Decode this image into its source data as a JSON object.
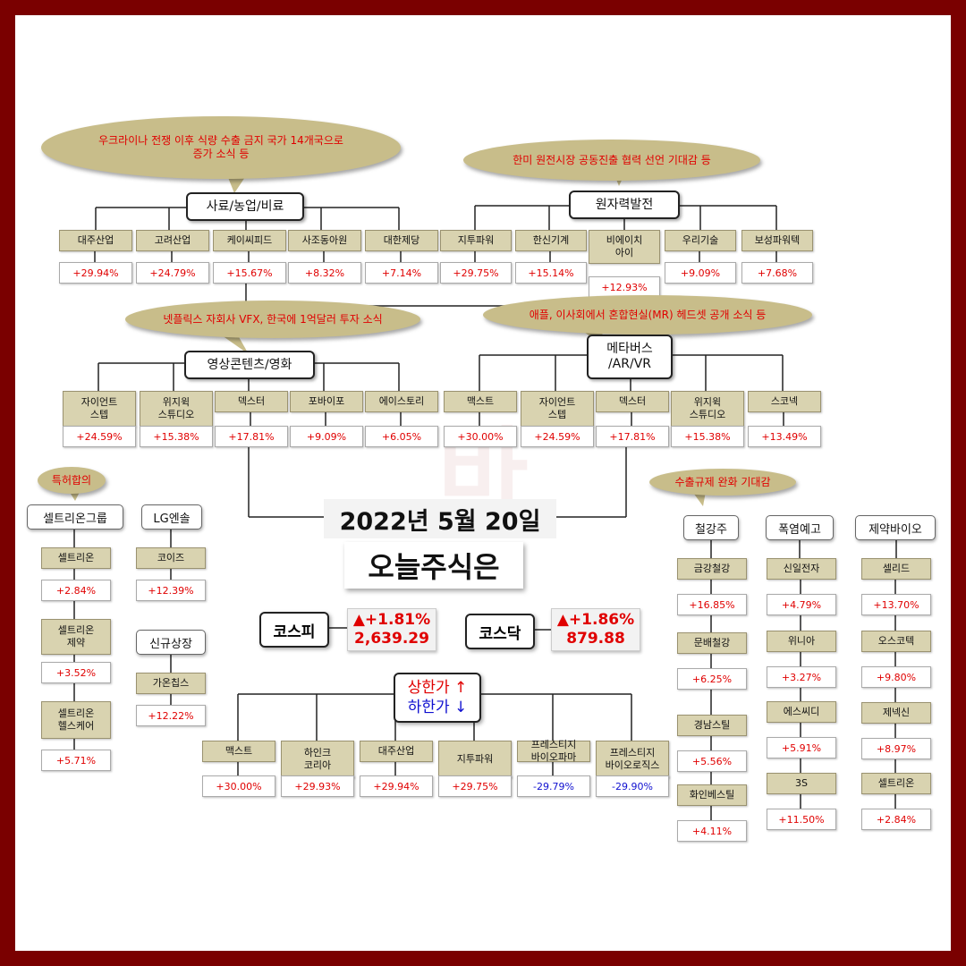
{
  "watermark": "바",
  "date": "2022년 5월 20일",
  "title": "오늘주식은",
  "indices": {
    "kospi": {
      "name": "코스피",
      "change": "▲+1.81%",
      "value": "2,639.29"
    },
    "kosdaq": {
      "name": "코스닥",
      "change": "▲+1.86%",
      "value": "879.88"
    }
  },
  "limit": {
    "up": "상한가 ↑",
    "down": "하한가 ↓"
  },
  "groups": {
    "feed": {
      "bubble": "우크라이나 전쟁 이후 식량 수출 금지 국가 14개국으로\n증가 소식 등",
      "label": "사료/농업/비료",
      "stocks": [
        {
          "name": "대주산업",
          "pct": "+29.94%"
        },
        {
          "name": "고려산업",
          "pct": "+24.79%"
        },
        {
          "name": "케이씨피드",
          "pct": "+15.67%"
        },
        {
          "name": "사조동아원",
          "pct": "+8.32%"
        },
        {
          "name": "대한제당",
          "pct": "+7.14%"
        }
      ]
    },
    "nuclear": {
      "bubble": "한미 원전시장 공동진출 협력 선언 기대감 등",
      "label": "원자력발전",
      "stocks": [
        {
          "name": "지투파워",
          "pct": "+29.75%"
        },
        {
          "name": "한신기계",
          "pct": "+15.14%"
        },
        {
          "name": "비에이치\n아이",
          "pct": "+12.93%"
        },
        {
          "name": "우리기술",
          "pct": "+9.09%"
        },
        {
          "name": "보성파워텍",
          "pct": "+7.68%"
        }
      ]
    },
    "content": {
      "bubble": "넷플릭스 자회사 VFX, 한국에 1억달러 투자 소식",
      "label": "영상콘텐츠/영화",
      "stocks": [
        {
          "name": "자이언트\n스텝",
          "pct": "+24.59%"
        },
        {
          "name": "위지윅\n스튜디오",
          "pct": "+15.38%"
        },
        {
          "name": "덱스터",
          "pct": "+17.81%"
        },
        {
          "name": "포바이포",
          "pct": "+9.09%"
        },
        {
          "name": "에이스토리",
          "pct": "+6.05%"
        }
      ]
    },
    "meta": {
      "bubble": "애플, 이사회에서 혼합현실(MR) 헤드셋 공개 소식 등",
      "label": "메타버스\n/AR/VR",
      "stocks": [
        {
          "name": "맥스트",
          "pct": "+30.00%"
        },
        {
          "name": "자이언트\n스텝",
          "pct": "+24.59%"
        },
        {
          "name": "덱스터",
          "pct": "+17.81%"
        },
        {
          "name": "위지윅\n스튜디오",
          "pct": "+15.38%"
        },
        {
          "name": "스코넥",
          "pct": "+13.49%"
        }
      ]
    },
    "celltrion": {
      "bubble": "특허합의",
      "label": "셀트리온그룹",
      "stocks": [
        {
          "name": "셀트리온",
          "pct": "+2.84%"
        },
        {
          "name": "셀트리온\n제약",
          "pct": "+3.52%"
        },
        {
          "name": "셀트리온\n헬스케어",
          "pct": "+5.71%"
        }
      ]
    },
    "lgensol": {
      "label": "LG엔솔",
      "stocks": [
        {
          "name": "코이즈",
          "pct": "+12.39%"
        }
      ]
    },
    "ipo": {
      "label": "신규상장",
      "stocks": [
        {
          "name": "가온칩스",
          "pct": "+12.22%"
        }
      ]
    },
    "steel": {
      "bubble": "수출규제 완화 기대감",
      "label": "철강주",
      "stocks": [
        {
          "name": "금강철강",
          "pct": "+16.85%"
        },
        {
          "name": "문배철강",
          "pct": "+6.25%"
        },
        {
          "name": "경남스틸",
          "pct": "+5.56%"
        },
        {
          "name": "화인베스틸",
          "pct": "+4.11%"
        }
      ]
    },
    "heat": {
      "label": "폭염예고",
      "stocks": [
        {
          "name": "신일전자",
          "pct": "+4.79%"
        },
        {
          "name": "위니아",
          "pct": "+3.27%"
        },
        {
          "name": "에스씨디",
          "pct": "+5.91%"
        },
        {
          "name": "3S",
          "pct": "+11.50%"
        }
      ]
    },
    "bio": {
      "label": "제약바이오",
      "stocks": [
        {
          "name": "셀리드",
          "pct": "+13.70%"
        },
        {
          "name": "오스코텍",
          "pct": "+9.80%"
        },
        {
          "name": "제넥신",
          "pct": "+8.97%"
        },
        {
          "name": "셀트리온",
          "pct": "+2.84%"
        }
      ]
    },
    "limits": {
      "stocks": [
        {
          "name": "맥스트",
          "pct": "+30.00%"
        },
        {
          "name": "하인크\n코리아",
          "pct": "+29.93%"
        },
        {
          "name": "대주산업",
          "pct": "+29.94%"
        },
        {
          "name": "지투파워",
          "pct": "+29.75%"
        },
        {
          "name": "프레스티지\n바이오파마",
          "pct": "-29.79%"
        },
        {
          "name": "프레스티지\n바이오로직스",
          "pct": "-29.90%"
        }
      ]
    }
  }
}
